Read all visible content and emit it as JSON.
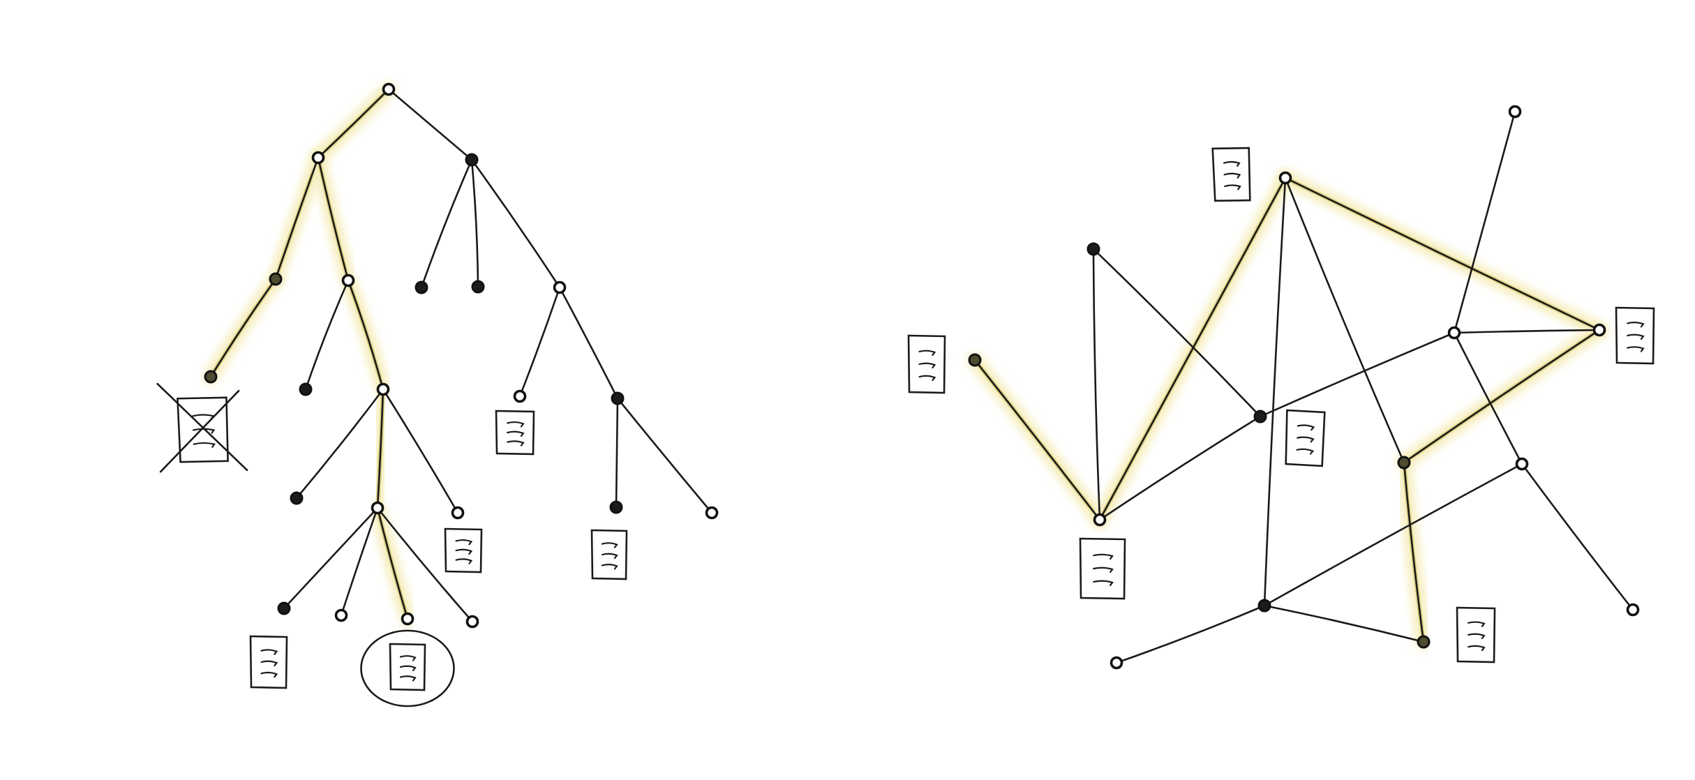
{
  "colors": {
    "ink": "#111111",
    "highlight": "#c9b24a",
    "highlight_glow": "#f6eebf",
    "node_dark": "#1b1b1b",
    "node_olive": "#4e4b30",
    "paper": "#ffffff"
  },
  "icons": [
    "document-icon",
    "crossed-out-document-icon",
    "circled-document-icon"
  ],
  "tree": {
    "nodes": [
      {
        "id": "t-root",
        "style": "open",
        "tone": "olive"
      },
      {
        "id": "t-a",
        "style": "open",
        "tone": "olive"
      },
      {
        "id": "t-b",
        "style": "filled",
        "tone": "dark"
      },
      {
        "id": "t-a1",
        "style": "filled",
        "tone": "olive"
      },
      {
        "id": "t-a2",
        "style": "open",
        "tone": "olive"
      },
      {
        "id": "t-a1-leaf",
        "style": "filled",
        "tone": "olive"
      },
      {
        "id": "t-a2-leaf",
        "style": "filled",
        "tone": "dark"
      },
      {
        "id": "t-a2-mid",
        "style": "open",
        "tone": "olive"
      },
      {
        "id": "t-m-left",
        "style": "filled",
        "tone": "dark"
      },
      {
        "id": "t-m-right",
        "style": "open",
        "tone": "dark"
      },
      {
        "id": "t-m-mid",
        "style": "open",
        "tone": "olive"
      },
      {
        "id": "t-l1",
        "style": "filled",
        "tone": "dark"
      },
      {
        "id": "t-l2",
        "style": "open",
        "tone": "dark"
      },
      {
        "id": "t-l3",
        "style": "open",
        "tone": "olive"
      },
      {
        "id": "t-l4",
        "style": "open",
        "tone": "dark"
      },
      {
        "id": "t-b1",
        "style": "filled",
        "tone": "dark"
      },
      {
        "id": "t-b2",
        "style": "filled",
        "tone": "dark"
      },
      {
        "id": "t-b3",
        "style": "open",
        "tone": "dark"
      },
      {
        "id": "t-b3-left",
        "style": "open",
        "tone": "dark"
      },
      {
        "id": "t-b3-right",
        "style": "filled",
        "tone": "dark"
      },
      {
        "id": "t-r-down",
        "style": "filled",
        "tone": "dark"
      },
      {
        "id": "t-r-right",
        "style": "open",
        "tone": "dark"
      }
    ],
    "edges": [
      {
        "from": "t-root",
        "to": "t-a",
        "highlighted": true
      },
      {
        "from": "t-root",
        "to": "t-b",
        "highlighted": false
      },
      {
        "from": "t-a",
        "to": "t-a1",
        "highlighted": true
      },
      {
        "from": "t-a",
        "to": "t-a2",
        "highlighted": true
      },
      {
        "from": "t-a1",
        "to": "t-a1-leaf",
        "highlighted": true
      },
      {
        "from": "t-a2",
        "to": "t-a2-leaf",
        "highlighted": false
      },
      {
        "from": "t-a2",
        "to": "t-a2-mid",
        "highlighted": true
      },
      {
        "from": "t-a2-mid",
        "to": "t-m-left",
        "highlighted": false
      },
      {
        "from": "t-a2-mid",
        "to": "t-m-right",
        "highlighted": false
      },
      {
        "from": "t-a2-mid",
        "to": "t-m-mid",
        "highlighted": true
      },
      {
        "from": "t-m-mid",
        "to": "t-l1",
        "highlighted": false
      },
      {
        "from": "t-m-mid",
        "to": "t-l2",
        "highlighted": false
      },
      {
        "from": "t-m-mid",
        "to": "t-l3",
        "highlighted": true
      },
      {
        "from": "t-m-mid",
        "to": "t-l4",
        "highlighted": false
      },
      {
        "from": "t-b",
        "to": "t-b1",
        "highlighted": false
      },
      {
        "from": "t-b",
        "to": "t-b2",
        "highlighted": false
      },
      {
        "from": "t-b",
        "to": "t-b3",
        "highlighted": false
      },
      {
        "from": "t-b3",
        "to": "t-b3-left",
        "highlighted": false
      },
      {
        "from": "t-b3",
        "to": "t-b3-right",
        "highlighted": false
      },
      {
        "from": "t-b3-right",
        "to": "t-r-down",
        "highlighted": false
      },
      {
        "from": "t-b3-right",
        "to": "t-r-right",
        "highlighted": false
      }
    ],
    "documents": [
      {
        "id": "t-doc-crossed",
        "attached_to": "t-a1-leaf",
        "variant": "crossed"
      },
      {
        "id": "t-doc-1",
        "attached_to": "t-b3-left",
        "variant": "plain"
      },
      {
        "id": "t-doc-2",
        "attached_to": "t-m-right",
        "variant": "plain"
      },
      {
        "id": "t-doc-3",
        "attached_to": "t-r-down",
        "variant": "plain"
      },
      {
        "id": "t-doc-4",
        "attached_to": "t-l1",
        "variant": "plain"
      },
      {
        "id": "t-doc-circled",
        "attached_to": "t-l3",
        "variant": "circled"
      }
    ]
  },
  "graph": {
    "nodes": [
      {
        "id": "g-top",
        "style": "open",
        "tone": "olive"
      },
      {
        "id": "g-far-top",
        "style": "open",
        "tone": "dark"
      },
      {
        "id": "g-left-top",
        "style": "filled",
        "tone": "dark"
      },
      {
        "id": "g-left",
        "style": "filled",
        "tone": "olive"
      },
      {
        "id": "g-right",
        "style": "open",
        "tone": "olive"
      },
      {
        "id": "g-mid-right",
        "style": "open",
        "tone": "dark"
      },
      {
        "id": "g-center",
        "style": "filled",
        "tone": "dark"
      },
      {
        "id": "g-low-left",
        "style": "open",
        "tone": "olive"
      },
      {
        "id": "g-mid-low",
        "style": "filled",
        "tone": "olive"
      },
      {
        "id": "g-right-low",
        "style": "open",
        "tone": "dark"
      },
      {
        "id": "g-bottom",
        "style": "filled",
        "tone": "dark"
      },
      {
        "id": "g-bottom-left",
        "style": "open",
        "tone": "dark"
      },
      {
        "id": "g-bottom-right",
        "style": "filled",
        "tone": "olive"
      },
      {
        "id": "g-far-right",
        "style": "open",
        "tone": "dark"
      }
    ],
    "edges": [
      {
        "from": "g-left",
        "to": "g-low-left",
        "highlighted": true
      },
      {
        "from": "g-low-left",
        "to": "g-top",
        "highlighted": true
      },
      {
        "from": "g-top",
        "to": "g-right",
        "highlighted": true
      },
      {
        "from": "g-right",
        "to": "g-mid-low",
        "highlighted": true
      },
      {
        "from": "g-mid-low",
        "to": "g-bottom-right",
        "highlighted": true
      },
      {
        "from": "g-left-top",
        "to": "g-low-left",
        "highlighted": false
      },
      {
        "from": "g-left-top",
        "to": "g-center",
        "highlighted": false
      },
      {
        "from": "g-low-left",
        "to": "g-center",
        "highlighted": false
      },
      {
        "from": "g-center",
        "to": "g-mid-right",
        "highlighted": false
      },
      {
        "from": "g-mid-right",
        "to": "g-right",
        "highlighted": false
      },
      {
        "from": "g-mid-right",
        "to": "g-far-top",
        "highlighted": false
      },
      {
        "from": "g-mid-right",
        "to": "g-right-low",
        "highlighted": false
      },
      {
        "from": "g-right-low",
        "to": "g-far-right",
        "highlighted": false
      },
      {
        "from": "g-top",
        "to": "g-bottom",
        "highlighted": false
      },
      {
        "from": "g-top",
        "to": "g-mid-low",
        "highlighted": false
      },
      {
        "from": "g-bottom",
        "to": "g-bottom-left",
        "highlighted": false
      },
      {
        "from": "g-bottom",
        "to": "g-bottom-right",
        "highlighted": false
      },
      {
        "from": "g-bottom",
        "to": "g-right-low",
        "highlighted": false
      }
    ],
    "documents": [
      {
        "id": "g-doc-top",
        "attached_to": "g-top",
        "variant": "plain"
      },
      {
        "id": "g-doc-left",
        "attached_to": "g-left",
        "variant": "plain"
      },
      {
        "id": "g-doc-center",
        "attached_to": "g-center",
        "variant": "plain"
      },
      {
        "id": "g-doc-right",
        "attached_to": "g-right",
        "variant": "plain"
      },
      {
        "id": "g-doc-low-left",
        "attached_to": "g-low-left",
        "variant": "plain"
      },
      {
        "id": "g-doc-bottom-right",
        "attached_to": "g-bottom-right",
        "variant": "plain"
      }
    ]
  }
}
